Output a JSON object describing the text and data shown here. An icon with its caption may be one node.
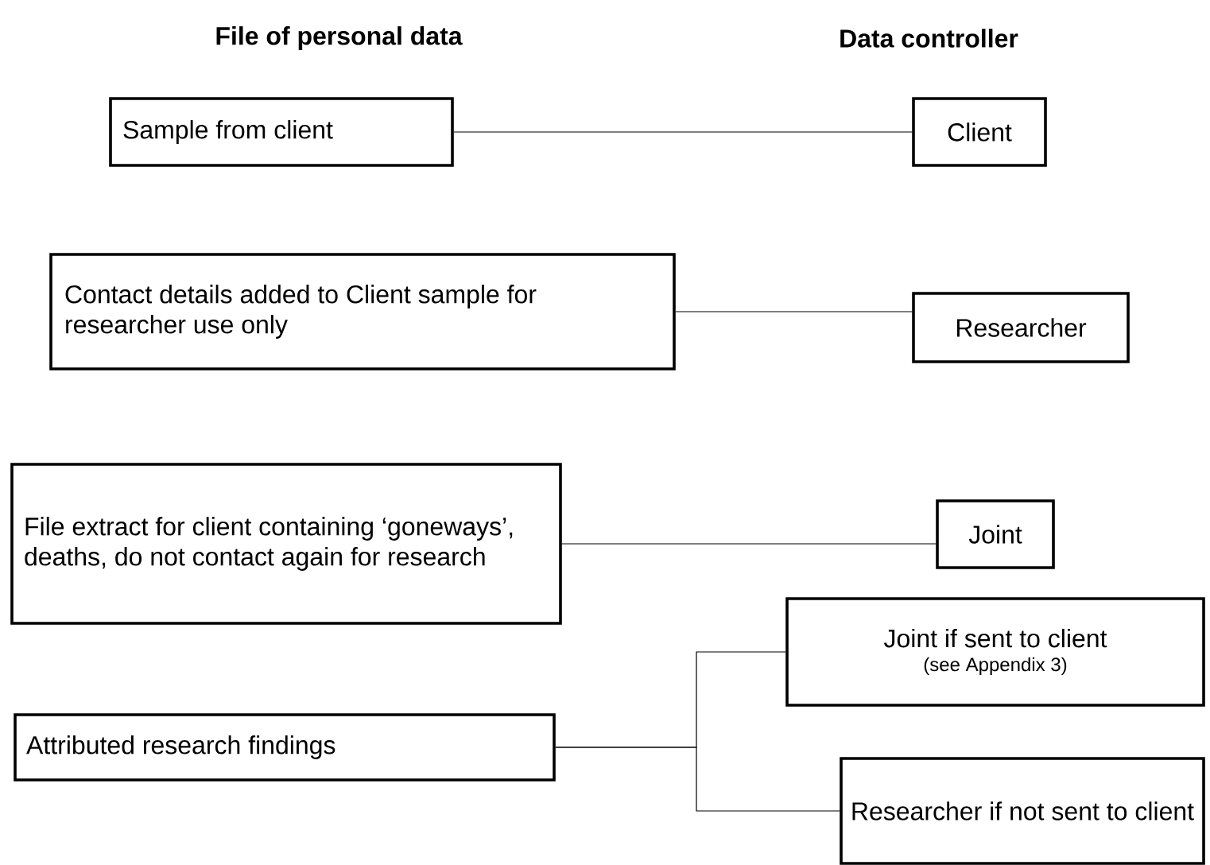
{
  "diagram": {
    "nodes": [
      {
        "text": [
          "Sample from client"
        ]
      },
      {
        "text": [
          "Client"
        ]
      },
      {
        "text": [
          "Contact details added to Client sample for researcher use only"
        ]
      },
      {
        "text": [
          "Researcher"
        ]
      },
      {
        "text": [
          "File extract for client containing ‘goneways’, deaths, do not contact again for research"
        ]
      },
      {
        "text": [
          "Joint"
        ]
      },
      {
        "text": [
          "Joint if sent to client",
          "(see Appendix 3)"
        ]
      },
      {
        "text": [
          "Attributed research findings"
        ]
      },
      {
        "text": [
          "Researcher if not sent to client"
        ]
      }
    ],
    "edges": [
      {
        "from": 0,
        "to": 1,
        "arrow": "none"
      },
      {
        "from": 2,
        "to": 3,
        "arrow": "none"
      },
      {
        "from": 4,
        "to": 5,
        "arrow": "none"
      },
      {
        "from": 7,
        "to": 6,
        "arrow": "none"
      },
      {
        "from": 7,
        "to": 8,
        "arrow": "none"
      }
    ],
    "labels": [
      "File of personal data",
      "Data controller"
    ]
  }
}
